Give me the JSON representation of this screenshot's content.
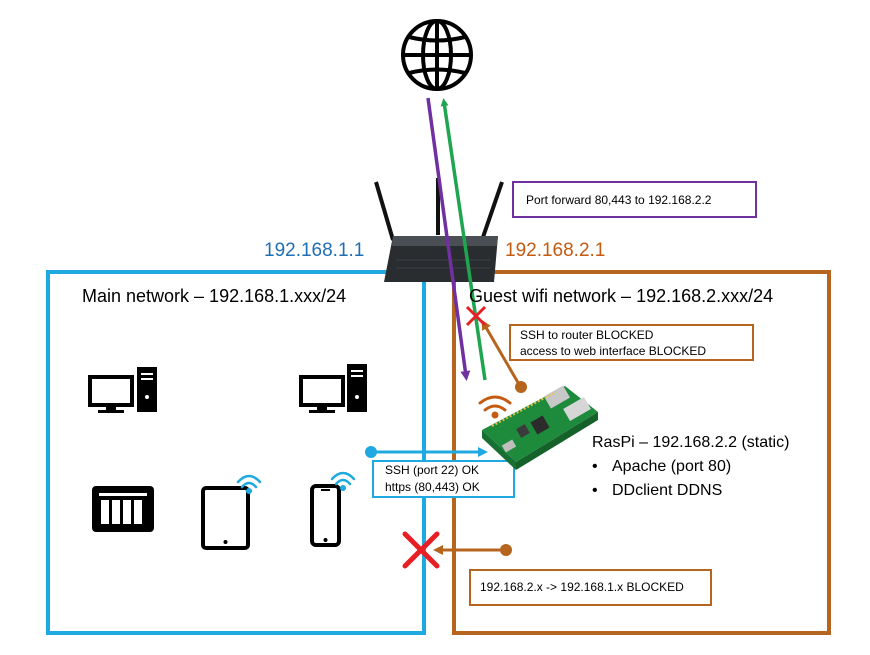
{
  "colors": {
    "main_network": "#1fa9e1",
    "guest_network": "#b5651d",
    "green_link": "#1fa550",
    "purple_link": "#7030a0",
    "blocked": "#e81e25",
    "ip_main_text": "#1f6fb5",
    "ip_guest_text": "#c55a11"
  },
  "router": {
    "ip_main": "192.168.1.1",
    "ip_guest": "192.168.2.1",
    "port_forward_note": "Port forward 80,443 to 192.168.2.2"
  },
  "main_network": {
    "title": "Main network – 192.168.1.xxx/24",
    "devices": [
      "desktop-computer",
      "desktop-computer",
      "nas",
      "tablet",
      "smartphone"
    ]
  },
  "guest_network": {
    "title": "Guest wifi network – 192.168.2.xxx/24",
    "router_block_note": [
      "SSH to router BLOCKED",
      "access to web interface BLOCKED"
    ],
    "cross_block_note": "192.168.2.x -> 192.168.1.x BLOCKED"
  },
  "access_note": [
    "SSH (port 22) OK",
    "https (80,443) OK"
  ],
  "raspi": {
    "title": "RasPi – 192.168.2.2 (static)",
    "services": [
      "Apache (port 80)",
      "DDclient DDNS"
    ]
  }
}
